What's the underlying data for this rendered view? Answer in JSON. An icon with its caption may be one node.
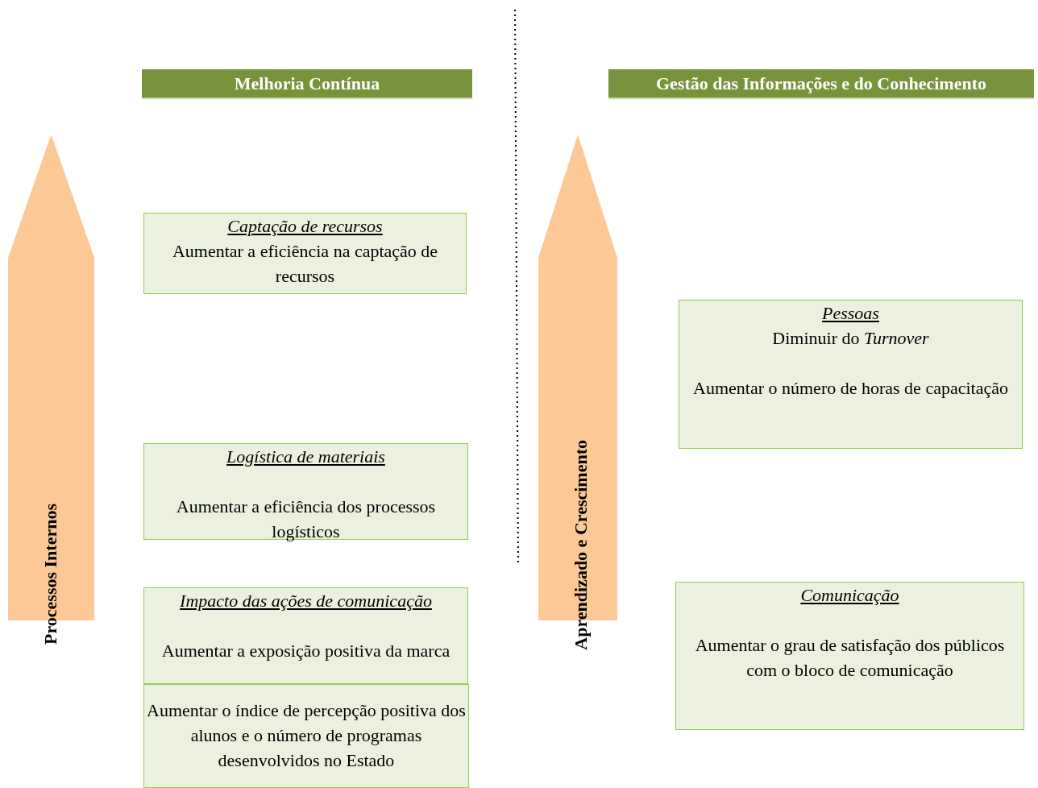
{
  "diagram": {
    "nodes": [
      {
        "text": [
          "Melhoria Contínua"
        ]
      },
      {
        "text": [
          "Processos Internos"
        ]
      },
      {
        "text": [
          "Captação de recursos",
          "Aumentar a eficiência na captação de recursos"
        ]
      },
      {
        "text": [
          "Logística de materiais",
          "Aumentar a eficiência dos processos logísticos"
        ]
      },
      {
        "text": [
          "Impacto das ações de comunicação",
          "Aumentar a exposição positiva da marca"
        ]
      },
      {
        "text": [
          "Aumentar o índice de percepção positiva dos alunos e o número de programas desenvolvidos no Estado"
        ]
      },
      {
        "text": [
          "Gestão das Informações e do Conhecimento"
        ]
      },
      {
        "text": [
          "Aprendizado e Crescimento"
        ]
      },
      {
        "text": [
          "Pessoas",
          "Diminuir do *Turnover*",
          "Aumentar o número de horas de capacitação"
        ]
      },
      {
        "text": [
          "Comunicação",
          "Aumentar o grau de satisfação dos públicos com o bloco de comunicação"
        ]
      }
    ],
    "edges": []
  }
}
